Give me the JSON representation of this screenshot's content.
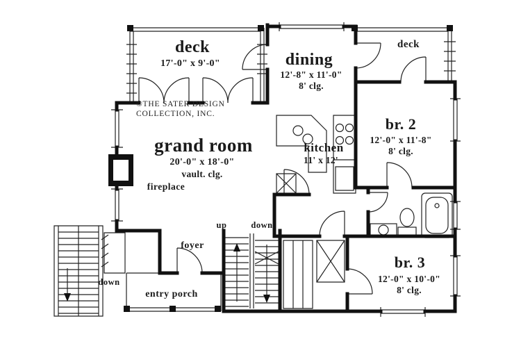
{
  "page": {
    "background": "#ffffff",
    "ink": "#1a1a1a"
  },
  "plan": {
    "copyright": {
      "line1": "©THE SATER DESIGN",
      "line2": "COLLECTION, INC."
    },
    "rooms": {
      "deck_left": {
        "name": "deck",
        "dims": "17'-0\" x 9'-0\""
      },
      "dining": {
        "name": "dining",
        "dims": "12'-8\" x 11'-0\"",
        "ceiling": "8' clg."
      },
      "deck_right": {
        "name": "deck"
      },
      "grand_room": {
        "name": "grand room",
        "dims": "20'-0\" x 18'-0\"",
        "ceiling": "vault. clg."
      },
      "kitchen": {
        "name": "kitchen",
        "dims": "11' x 12'"
      },
      "br2": {
        "name": "br. 2",
        "dims": "12'-0\" x 11'-8\"",
        "ceiling": "8' clg."
      },
      "br3": {
        "name": "br. 3",
        "dims": "12'-0\" x 10'-0\"",
        "ceiling": "8' clg."
      },
      "foyer": {
        "name": "foyer"
      },
      "entry_porch": {
        "name": "entry porch"
      },
      "fireplace": {
        "name": "fireplace"
      }
    },
    "stairs": {
      "up": "up",
      "down": "down",
      "down_exterior": "down"
    }
  }
}
